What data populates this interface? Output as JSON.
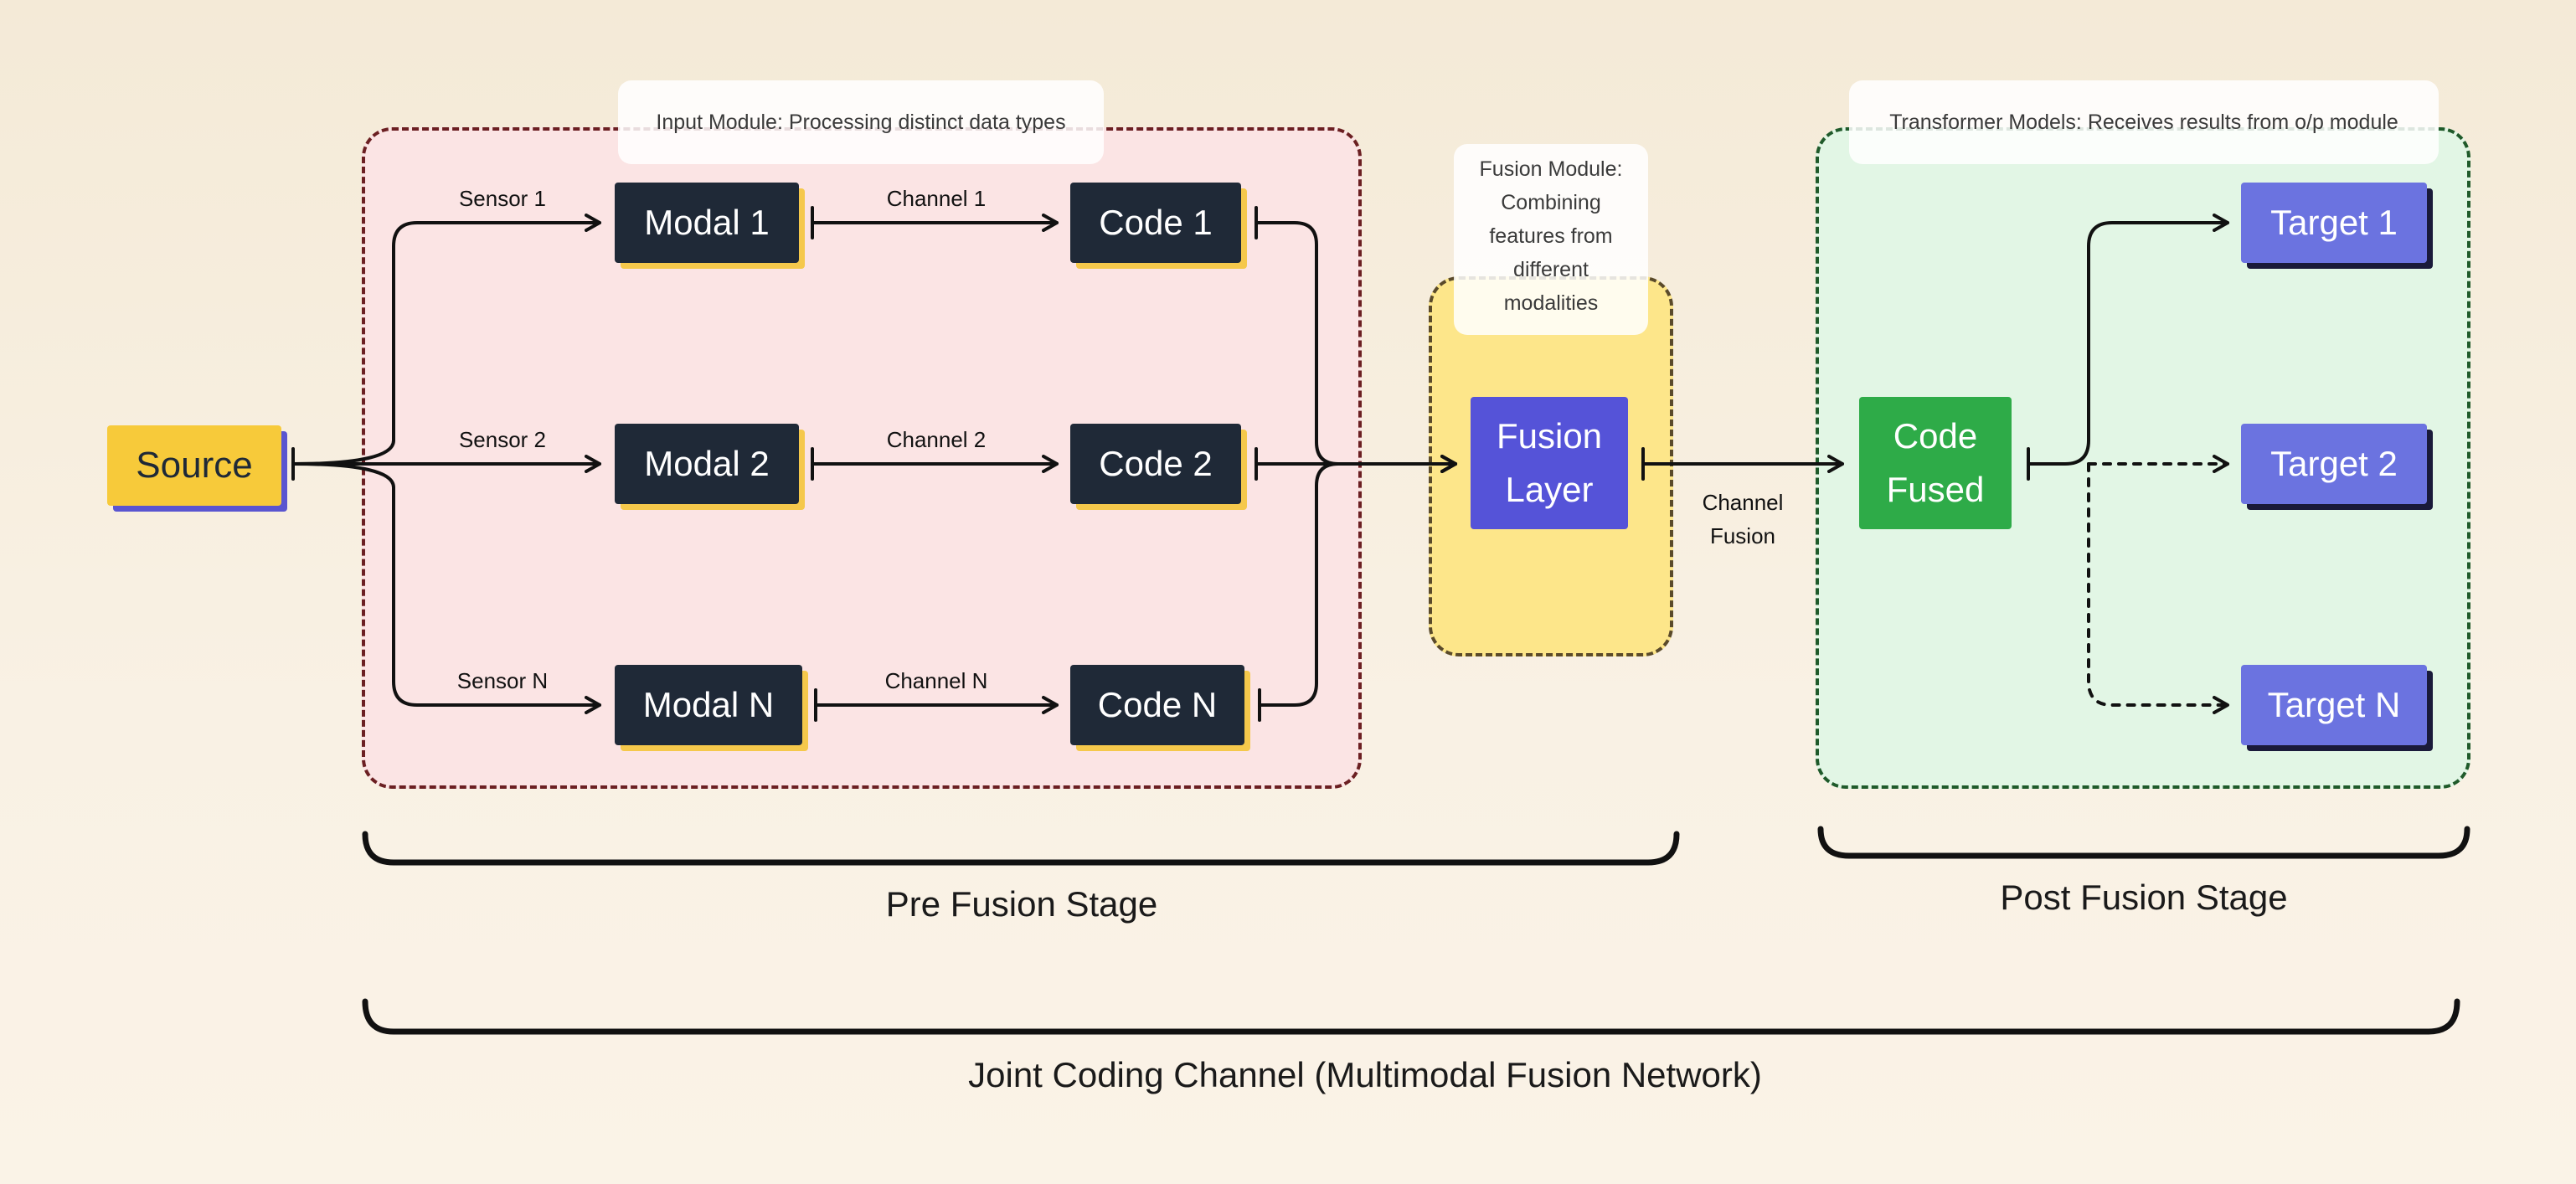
{
  "groups": {
    "input_note": "Input Module: Processing distinct data types",
    "fusion_note": "Fusion Module: Combining features from different modalities",
    "transformer_note": "Transformer Models: Receives results from o/p module"
  },
  "nodes": {
    "source": "Source",
    "modal_1": "Modal 1",
    "modal_2": "Modal 2",
    "modal_n": "Modal N",
    "code_1": "Code 1",
    "code_2": "Code 2",
    "code_n": "Code N",
    "fusion_layer": "Fusion Layer",
    "code_fused": "Code Fused",
    "target_1": "Target 1",
    "target_2": "Target 2",
    "target_n": "Target N"
  },
  "edge_labels": {
    "sensor_1": "Sensor 1",
    "sensor_2": "Sensor 2",
    "sensor_n": "Sensor N",
    "channel_1": "Channel 1",
    "channel_2": "Channel 2",
    "channel_n": "Channel N",
    "channel_fusion": "Channel Fusion"
  },
  "stages": {
    "pre_fusion": "Pre Fusion Stage",
    "post_fusion": "Post Fusion Stage",
    "joint": "Joint Coding Channel (Multimodal Fusion Network)"
  },
  "colors": {
    "input_bg": "#fbe4e4",
    "fusion_bg": "#fde68a",
    "transformer_bg": "#e2f6e5",
    "dark_node": "#1f2937",
    "source_node": "#f7ca3a",
    "fusion_node": "#5553d8",
    "fused_node": "#2eab48",
    "target_node": "#6b73e0"
  }
}
